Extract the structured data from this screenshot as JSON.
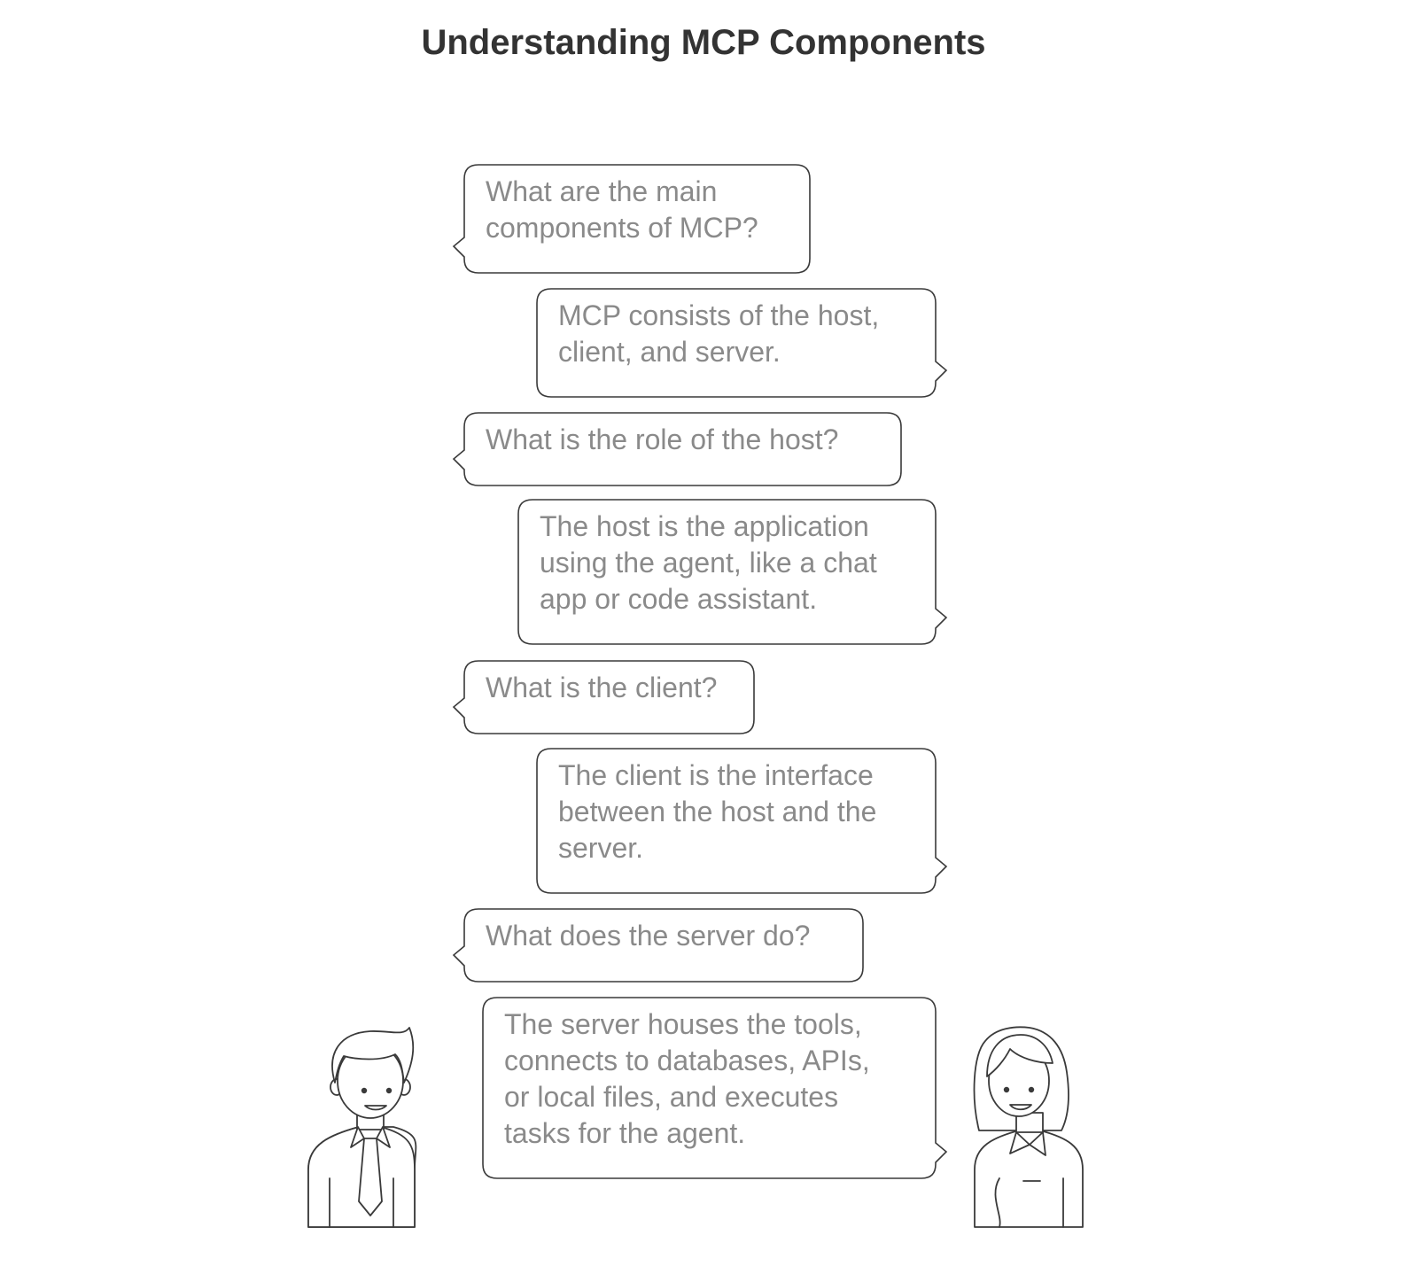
{
  "title": "Understanding MCP Components",
  "conversation": [
    {
      "speaker": "left",
      "lines": [
        "What are the main",
        "components of MCP?"
      ]
    },
    {
      "speaker": "right",
      "lines": [
        "MCP consists of the host,",
        "client, and server."
      ]
    },
    {
      "speaker": "left",
      "lines": [
        "What is the role of the host?"
      ]
    },
    {
      "speaker": "right",
      "lines": [
        "The host is the application",
        "using the agent, like a chat",
        "app or code assistant."
      ]
    },
    {
      "speaker": "left",
      "lines": [
        "What is the client?"
      ]
    },
    {
      "speaker": "right",
      "lines": [
        "The client is the interface",
        "between the host and the",
        "server."
      ]
    },
    {
      "speaker": "left",
      "lines": [
        "What does the server do?"
      ]
    },
    {
      "speaker": "right",
      "lines": [
        "The server houses the tools,",
        "connects to databases, APIs,",
        "or local files, and executes",
        "tasks for the agent."
      ]
    }
  ],
  "people": [
    {
      "role": "left-speaker",
      "icon": "man-with-tie-icon"
    },
    {
      "role": "right-speaker",
      "icon": "woman-icon"
    }
  ],
  "colors": {
    "title": "#333333",
    "text": "#8a8a8a",
    "stroke": "#3a3a3a"
  }
}
